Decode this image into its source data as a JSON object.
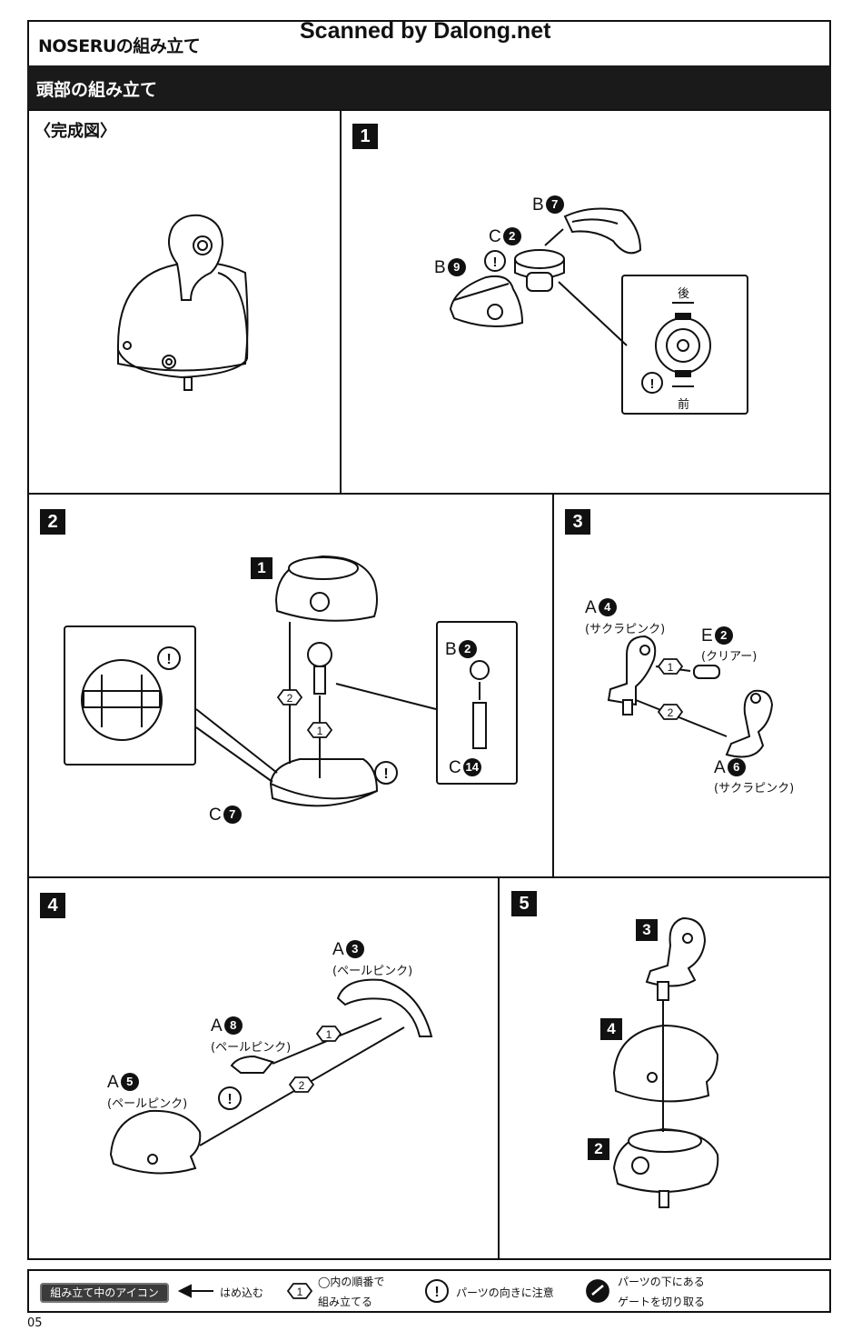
{
  "header": {
    "title": "NOSERUの組み立て",
    "watermark": "Scanned by Dalong.net",
    "section": "頭部の組み立て"
  },
  "panel0": {
    "label": "〈完成図〉"
  },
  "panel1": {
    "step": "1",
    "parts": [
      {
        "letter": "B",
        "num": "7"
      },
      {
        "letter": "C",
        "num": "2"
      },
      {
        "letter": "B",
        "num": "9"
      }
    ],
    "detail": {
      "back": "後",
      "front": "前"
    }
  },
  "panel2": {
    "step": "2",
    "sub_step": "1",
    "parts": [
      {
        "letter": "B",
        "num": "2"
      },
      {
        "letter": "C",
        "num": "14"
      },
      {
        "letter": "C",
        "num": "7"
      }
    ],
    "seq": [
      "1",
      "2"
    ]
  },
  "panel3": {
    "step": "3",
    "parts": [
      {
        "letter": "A",
        "num": "4",
        "color": "(サクラピンク)"
      },
      {
        "letter": "E",
        "num": "2",
        "color": "(クリアー)"
      },
      {
        "letter": "A",
        "num": "6",
        "color": "(サクラピンク)"
      }
    ],
    "seq": [
      "1",
      "2"
    ]
  },
  "panel4": {
    "step": "4",
    "parts": [
      {
        "letter": "A",
        "num": "3",
        "color": "(ペールピンク)"
      },
      {
        "letter": "A",
        "num": "8",
        "color": "(ペールピンク)"
      },
      {
        "letter": "A",
        "num": "5",
        "color": "(ペールピンク)"
      }
    ],
    "seq": [
      "1",
      "2"
    ]
  },
  "panel5": {
    "step": "5",
    "refs": [
      "3",
      "4",
      "2"
    ]
  },
  "legend": {
    "title": "組み立て中のアイコン",
    "items": [
      {
        "text": "はめ込む"
      },
      {
        "icon": "1",
        "line1": "◯内の順番で",
        "line2": "組み立てる"
      },
      {
        "text": "パーツの向きに注意"
      },
      {
        "line1": "パーツの下にある",
        "line2": "ゲートを切り取る"
      }
    ]
  },
  "page_number": "05",
  "colors": {
    "ink": "#111111",
    "paper": "#ffffff",
    "badge": "#111111",
    "legend_pill": "#3b3b3b"
  }
}
